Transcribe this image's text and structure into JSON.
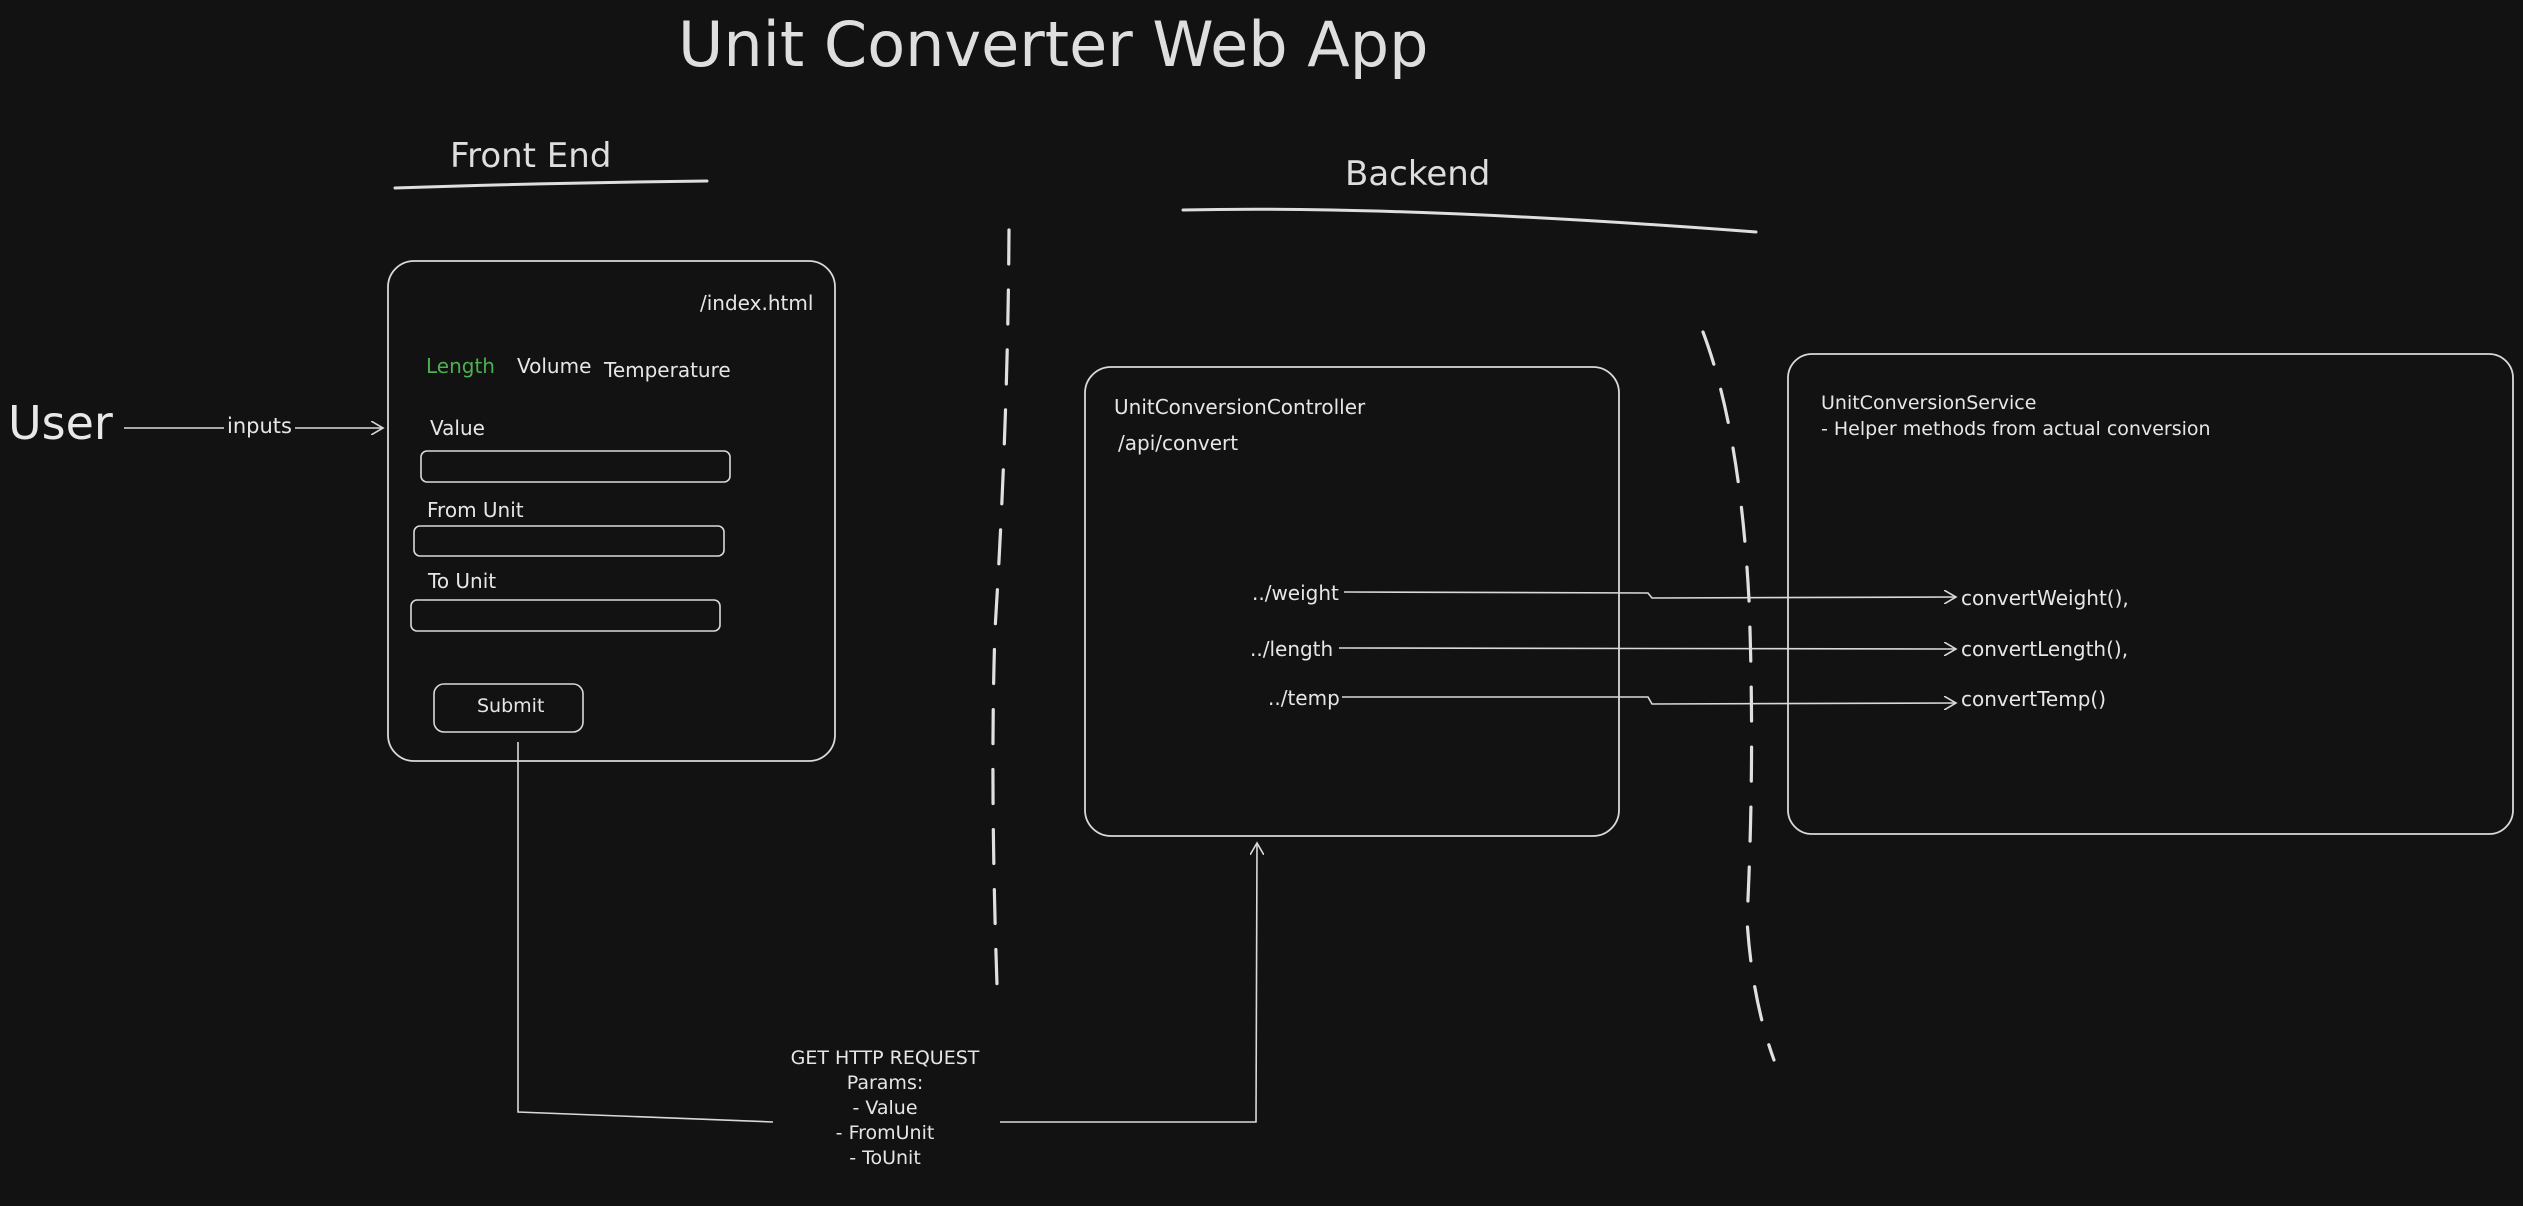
{
  "diagram": {
    "title": "Unit Converter Web App",
    "front_end": {
      "heading": "Front End",
      "page_path": "/index.html",
      "tabs": [
        "Length",
        "Volume",
        "Temperature"
      ],
      "active_tab": "Length",
      "fields": {
        "value_label": "Value",
        "from_unit_label": "From Unit",
        "to_unit_label": "To Unit"
      },
      "submit_label": "Submit"
    },
    "user": {
      "label": "User",
      "edge_label": "inputs"
    },
    "backend": {
      "heading": "Backend",
      "controller": {
        "name": "UnitConversionController",
        "path": "/api/convert",
        "routes": [
          "../weight",
          "../length",
          "../temp"
        ]
      },
      "service": {
        "name": "UnitConversionService",
        "description": "- Helper methods from actual conversion",
        "methods": [
          "convertWeight(),",
          "convertLength(),",
          "convertTemp()"
        ]
      }
    },
    "request": {
      "lines": [
        "GET HTTP REQUEST",
        "Params:",
        "- Value",
        "- FromUnit",
        "- ToUnit"
      ]
    }
  },
  "colors": {
    "background": "#121212",
    "stroke": "#d9d9d9",
    "text": "#e6e6e6",
    "active_tab": "#4caf50"
  }
}
